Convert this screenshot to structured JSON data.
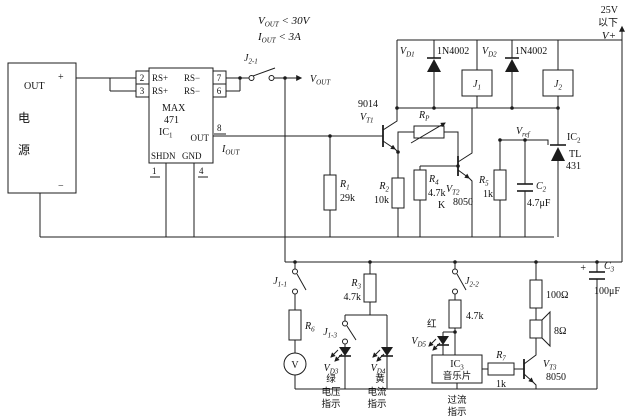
{
  "specs": {
    "l1": {
      "sym": "V",
      "sub": "OUT",
      "cond": " < 30V"
    },
    "l2": {
      "sym": "I",
      "sub": "OUT",
      "cond": " < 3A"
    }
  },
  "vplus_rail": {
    "v": "25V",
    "below": "以下",
    "label": "V+"
  },
  "supply": {
    "plus": "+",
    "out": "OUT",
    "c1": "电",
    "c2": "源",
    "minus": "−"
  },
  "ic1": {
    "p2": "2",
    "p3": "3",
    "p7": "7",
    "p6": "6",
    "p8": "8",
    "p1": "1",
    "p4": "4",
    "rs1": "RS+",
    "rs2": "RS−",
    "rs3": "RS+",
    "rs4": "RS−",
    "l1": "MAX",
    "l2": "471",
    "ref": {
      "sym": "IC",
      "sub": "1"
    },
    "out": "OUT",
    "shdn": "SHDN",
    "gnd": "GND"
  },
  "sw_j21": {
    "sym": "J",
    "sub": "2-1"
  },
  "vout": {
    "sym": "V",
    "sub": "OUT"
  },
  "iout": {
    "sym": "I",
    "sub": "OUT"
  },
  "vt1": {
    "part": "9014",
    "sym": "V",
    "sub": "T1"
  },
  "vd1": {
    "sym": "V",
    "sub": "D1",
    "part": "1N4002"
  },
  "vd2": {
    "sym": "V",
    "sub": "D2",
    "part": "1N4002"
  },
  "relay_j1": {
    "sym": "J",
    "sub": "1"
  },
  "relay_j2": {
    "sym": "J",
    "sub": "2"
  },
  "vref": {
    "sym": "V",
    "sub": "ref"
  },
  "ic2": {
    "ref": {
      "sym": "IC",
      "sub": "2"
    },
    "l1": "TL",
    "l2": "431"
  },
  "rp": {
    "sym": "R",
    "sub": "P"
  },
  "r1": {
    "sym": "R",
    "sub": "1",
    "value": "29k"
  },
  "r2": {
    "sym": "R",
    "sub": "2",
    "value": "10k"
  },
  "r4": {
    "sym": "R",
    "sub": "4",
    "value": "4.7k"
  },
  "vt2": {
    "sym": "V",
    "sub": "T2",
    "part": "8050",
    "k": "K"
  },
  "r5": {
    "sym": "R",
    "sub": "5",
    "value": "1k"
  },
  "c2": {
    "sym": "C",
    "sub": "2",
    "value": "4.7μF"
  },
  "sw_j11": {
    "sym": "J",
    "sub": "1-1"
  },
  "r6": {
    "sym": "R",
    "sub": "6"
  },
  "meter": {
    "label": "V"
  },
  "r3": {
    "sym": "R",
    "sub": "3",
    "value": "4.7k"
  },
  "sw_j13": {
    "sym": "J",
    "sub": "1-3"
  },
  "vd3": {
    "sym": "V",
    "sub": "D3",
    "color": "绿",
    "cap1": "电压",
    "cap2": "指示"
  },
  "vd4": {
    "sym": "V",
    "sub": "D4",
    "color": "黄",
    "cap1": "电流",
    "cap2": "指示"
  },
  "sw_j22": {
    "sym": "J",
    "sub": "2-2",
    "r_value": "4.7k"
  },
  "vd5": {
    "sym": "V",
    "sub": "D5",
    "color": "红"
  },
  "ic3": {
    "ref": {
      "sym": "IC",
      "sub": "3"
    },
    "name": "音乐片"
  },
  "r7": {
    "sym": "R",
    "sub": "7",
    "value": "1k"
  },
  "vt3": {
    "sym": "V",
    "sub": "T3",
    "part": "8050"
  },
  "r8": {
    "value": "100Ω"
  },
  "speaker": {
    "value": "8Ω"
  },
  "c3": {
    "sym": "C",
    "sub": "3",
    "value": "100μF",
    "plus": "+"
  },
  "overcurrent": {
    "l1": "过流",
    "l2": "指示"
  }
}
